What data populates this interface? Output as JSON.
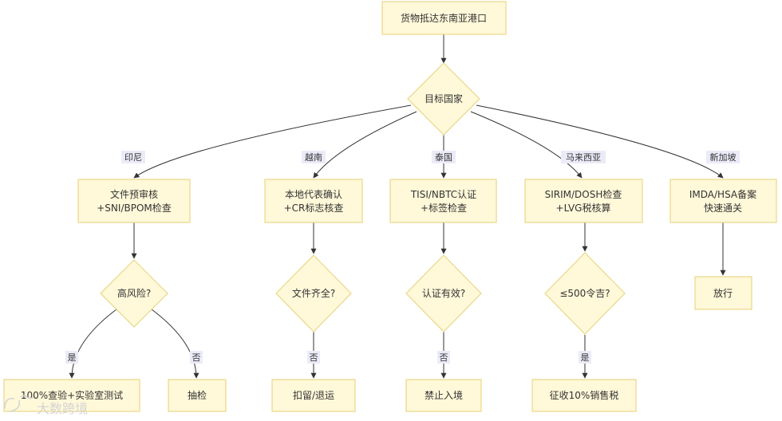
{
  "nodes": {
    "start": "货物抵达东南亚港口",
    "country": "目标国家",
    "id_review": [
      "文件预审核",
      "+SNI/BPOM检查"
    ],
    "vn_review": [
      "本地代表确认",
      "+CR标志核查"
    ],
    "th_review": [
      "TISI/NBTC认证",
      "+标签检查"
    ],
    "my_review": [
      "SIRIM/DOSH检查",
      "+LVG税核算"
    ],
    "sg_review": [
      "IMDA/HSA备案",
      "快速通关"
    ],
    "id_risk": "高风险?",
    "vn_docs": "文件齐全?",
    "th_cert": "认证有效?",
    "my_value": "≤500令吉?",
    "sg_release": "放行",
    "id_full": "100%查验+实验室测试",
    "id_sample": "抽检",
    "vn_detain": "扣留/退运",
    "th_ban": "禁止入境",
    "my_tax": "征收10%销售税"
  },
  "edge_labels": {
    "indonesia": "印尼",
    "vietnam": "越南",
    "thailand": "泰国",
    "malaysia": "马来西亚",
    "singapore": "新加坡",
    "id_yes": "是",
    "id_no": "否",
    "vn_no": "否",
    "th_no": "否",
    "my_yes": "是"
  },
  "watermark": "大数跨境",
  "colors": {
    "node_fill": "#fff8d9",
    "node_stroke": "#e8d888",
    "label_bg": "#ebebf8",
    "edge": "#333333"
  }
}
